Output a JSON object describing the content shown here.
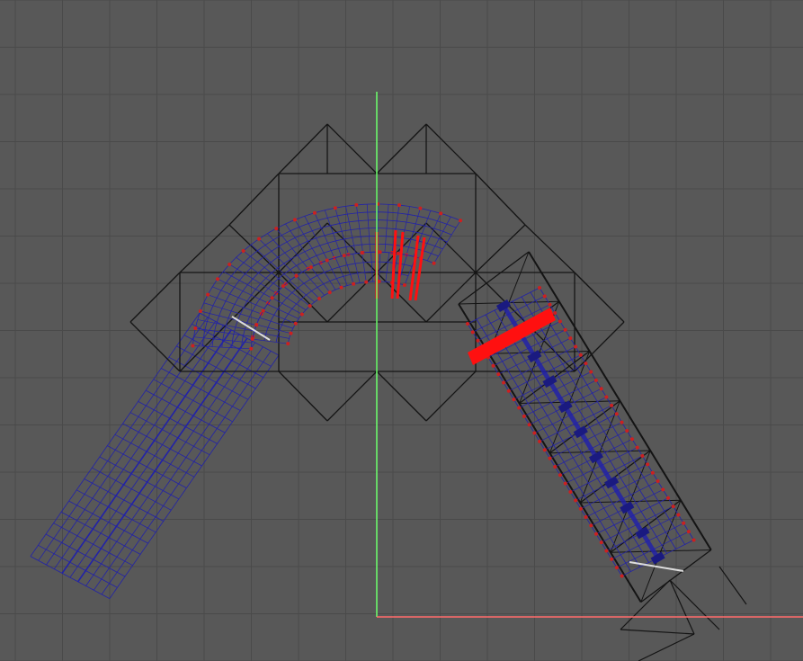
{
  "viewport": {
    "view": "3d-viewport-wireframe",
    "background_color": "#585858",
    "grid_color": "#4a4a4a",
    "axis_y_color": "#6cff6c",
    "axis_x_color": "#ff6a6a"
  },
  "scene": {
    "lattice_color": "#141414",
    "mesh_wire_color": "#2222a8",
    "vertex_color": "#cc2020",
    "selection_color": "#ff1010",
    "highlight_color": "#ffffff",
    "objects": [
      "lattice-cage",
      "bent-tube-mesh",
      "unbent-tube-mesh"
    ]
  }
}
